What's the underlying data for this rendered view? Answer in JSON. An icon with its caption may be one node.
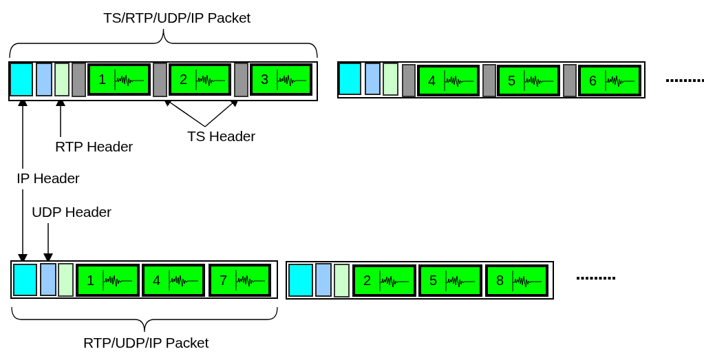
{
  "diagram": {
    "nodes": [
      {
        "text": [],
        "shape": "box"
      },
      {
        "text": [],
        "shape": "box",
        "in": 0
      },
      {
        "text": [],
        "shape": "box",
        "in": 0
      },
      {
        "text": [],
        "shape": "box",
        "in": 0
      },
      {
        "text": [],
        "shape": "box",
        "in": 0
      },
      {
        "text": [
          "1"
        ],
        "in": 0
      },
      {
        "text": [],
        "shape": "box",
        "in": 0
      },
      {
        "text": [
          "2"
        ],
        "in": 0
      },
      {
        "text": [],
        "shape": "box",
        "in": 0
      },
      {
        "text": [
          "3"
        ],
        "in": 0
      },
      {
        "text": [],
        "shape": "box"
      },
      {
        "text": [],
        "shape": "box",
        "in": 10
      },
      {
        "text": [],
        "shape": "box",
        "in": 10
      },
      {
        "text": [],
        "shape": "box",
        "in": 10
      },
      {
        "text": [],
        "shape": "box",
        "in": 10
      },
      {
        "text": [
          "4"
        ],
        "in": 10
      },
      {
        "text": [],
        "shape": "box",
        "in": 10
      },
      {
        "text": [
          "5"
        ],
        "in": 10
      },
      {
        "text": [],
        "shape": "box",
        "in": 10
      },
      {
        "text": [
          "6"
        ],
        "in": 10
      },
      {
        "text": [],
        "shape": "box"
      },
      {
        "text": [],
        "shape": "box",
        "in": 20
      },
      {
        "text": [],
        "shape": "box",
        "in": 20
      },
      {
        "text": [],
        "shape": "box",
        "in": 20
      },
      {
        "text": [
          "1"
        ],
        "in": 20
      },
      {
        "text": [
          "4"
        ],
        "in": 20
      },
      {
        "text": [
          "7"
        ],
        "in": 20
      },
      {
        "text": [],
        "shape": "box"
      },
      {
        "text": [],
        "shape": "box",
        "in": 27
      },
      {
        "text": [],
        "shape": "box",
        "in": 27
      },
      {
        "text": [],
        "shape": "box",
        "in": 27
      },
      {
        "text": [
          "2"
        ],
        "in": 27
      },
      {
        "text": [
          "5"
        ],
        "in": 27
      },
      {
        "text": [
          "8"
        ],
        "in": 27
      },
      {
        "text": [
          "RTP Header"
        ]
      },
      {
        "text": [
          "TS Header"
        ]
      },
      {
        "text": [
          "IP Header"
        ]
      },
      {
        "text": [
          "UDP Header"
        ]
      }
    ],
    "edges": [
      {
        "from": 34,
        "to": 3,
        "arrow": "to"
      },
      {
        "from": 35,
        "to": 6,
        "arrow": "to"
      },
      {
        "from": 35,
        "to": 8,
        "arrow": "to"
      },
      {
        "from": 36,
        "to": 1,
        "arrow": "to"
      },
      {
        "from": 36,
        "to": 21,
        "arrow": "to"
      },
      {
        "from": 37,
        "to": 22,
        "arrow": "to"
      }
    ],
    "labels": [
      "TS/RTP/UDP/IP Packet",
      "RTP/UDP/IP Packet"
    ]
  }
}
